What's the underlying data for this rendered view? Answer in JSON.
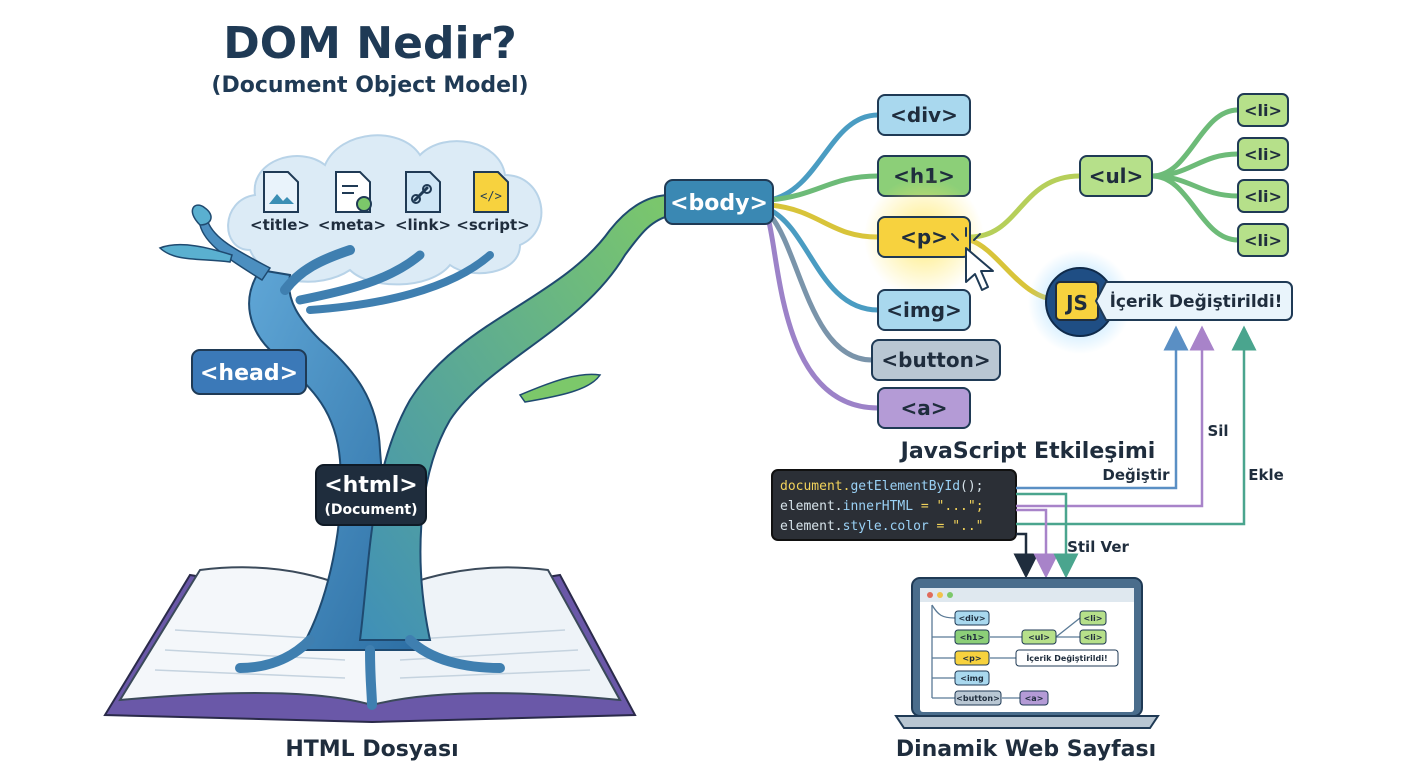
{
  "title": "DOM Nedir?",
  "subtitle": "(Document Object Model)",
  "head_children": [
    "<title>",
    "<meta>",
    "<link>",
    "<script>"
  ],
  "head_icons": [
    "picture-file-icon",
    "settings-file-icon",
    "link-file-icon",
    "code-file-icon"
  ],
  "nodes": {
    "head": "<head>",
    "html": "<html>",
    "html_sub": "(Document)",
    "body": "<body>",
    "div": "<div>",
    "h1": "<h1>",
    "p": "<p>",
    "img": "<img>",
    "button": "<button>",
    "a": "<a>",
    "ul": "<ul>",
    "li": [
      "<li>",
      "<li>",
      "<li>",
      "<li>"
    ]
  },
  "js": {
    "badge": "JS",
    "message": "İçerik Değiştirildi!",
    "section_title": "JavaScript Etkileşimi",
    "code_lines": [
      {
        "a": "document.",
        "b": "getElementById",
        "c": "();"
      },
      {
        "a": "element.",
        "b": "innerHTML",
        "c": " = \"...\";"
      },
      {
        "a": "element.",
        "b": "style.color",
        "c": " = \"..\""
      }
    ],
    "actions": {
      "change": "Değiştir",
      "delete": "Sil",
      "add": "Ekle",
      "style": "Stil Ver"
    }
  },
  "labels": {
    "html_file": "HTML Dosyası",
    "dynamic_page": "Dinamik Web Sayfası"
  },
  "mini": {
    "div": "<div>",
    "h1": "<h1>",
    "p": "<p>",
    "img": "<img",
    "button": "<button>",
    "a": "<a>",
    "ul": "<ul>",
    "li": [
      "<li>",
      "<li>"
    ],
    "message": "İçerik Değiştirildi!"
  },
  "colors": {
    "navy": "#1f3a55",
    "teal": "#3b8fb5",
    "green": "#8ccf78",
    "yellow": "#f7d23e",
    "blue_tag": "#a9d8ee",
    "gray_tag": "#b9c7d3",
    "purple_tag": "#b49bd6",
    "dark_code": "#2b2f36"
  }
}
